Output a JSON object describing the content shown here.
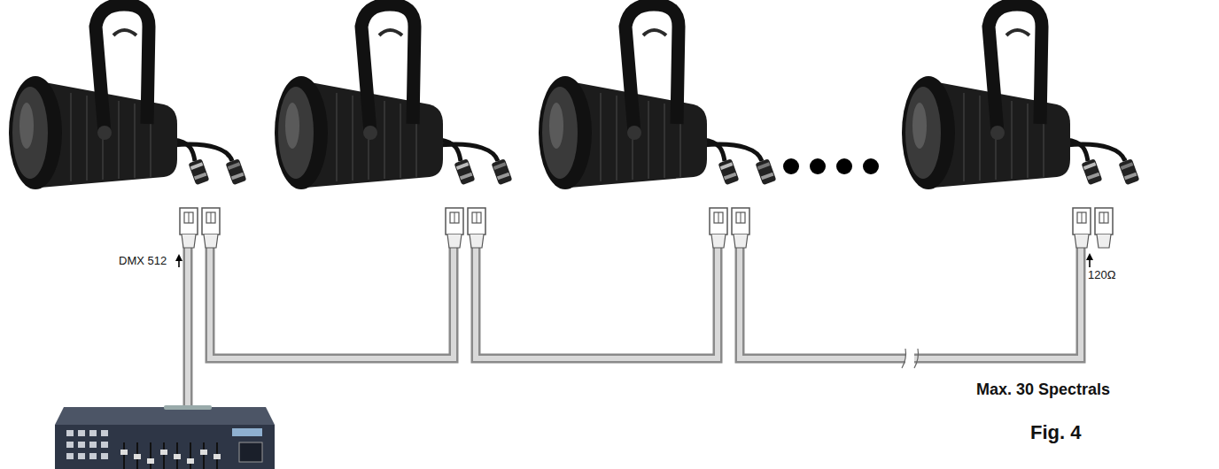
{
  "diagram": {
    "labels": [
      "DMX 512",
      "120Ω",
      "Max. 30 Spectrals",
      "Fig. 4"
    ]
  }
}
